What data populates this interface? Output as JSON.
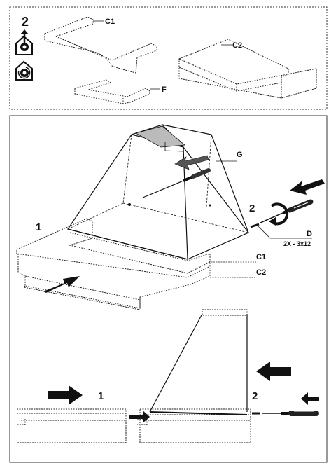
{
  "step": {
    "number": "2"
  },
  "parts": {
    "c1": "C1",
    "c2": "C2",
    "f": "F",
    "g": "G",
    "d": "D",
    "screws": "2X - 3x12"
  },
  "callouts": {
    "one": "1",
    "two": "2"
  },
  "icons": {
    "top": "house-upload-icon",
    "bottom": "house-recirculation-icon"
  }
}
